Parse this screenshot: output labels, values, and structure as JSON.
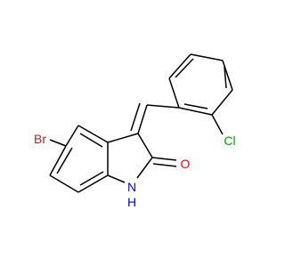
{
  "atoms": {
    "br": {
      "label": "Br",
      "color": "#a52a2a"
    },
    "cl": {
      "label": "Cl",
      "color": "#00a000"
    },
    "o": {
      "label": "O",
      "color": "#ff0000"
    },
    "n": {
      "label": "N",
      "color": "#0000ff"
    },
    "h": {
      "label": "H",
      "color": "#0000ff"
    }
  }
}
